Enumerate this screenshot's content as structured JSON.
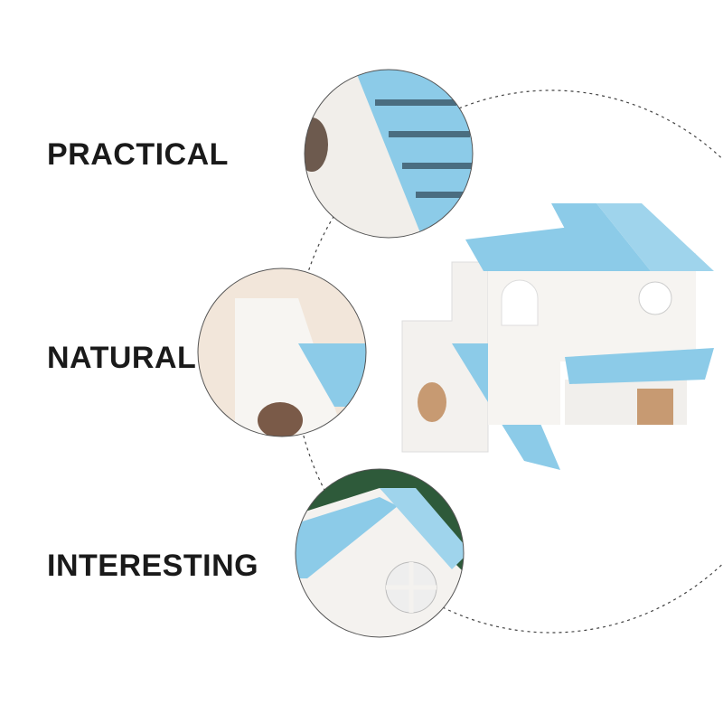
{
  "features": [
    {
      "label": "PRACTICAL"
    },
    {
      "label": "NATURAL"
    },
    {
      "label": "INTERESTING"
    }
  ],
  "colors": {
    "roof_blue": "#8ccbe8",
    "board_white": "#f4f2ef",
    "wood": "#c79a72",
    "text": "#1a1a1a"
  }
}
